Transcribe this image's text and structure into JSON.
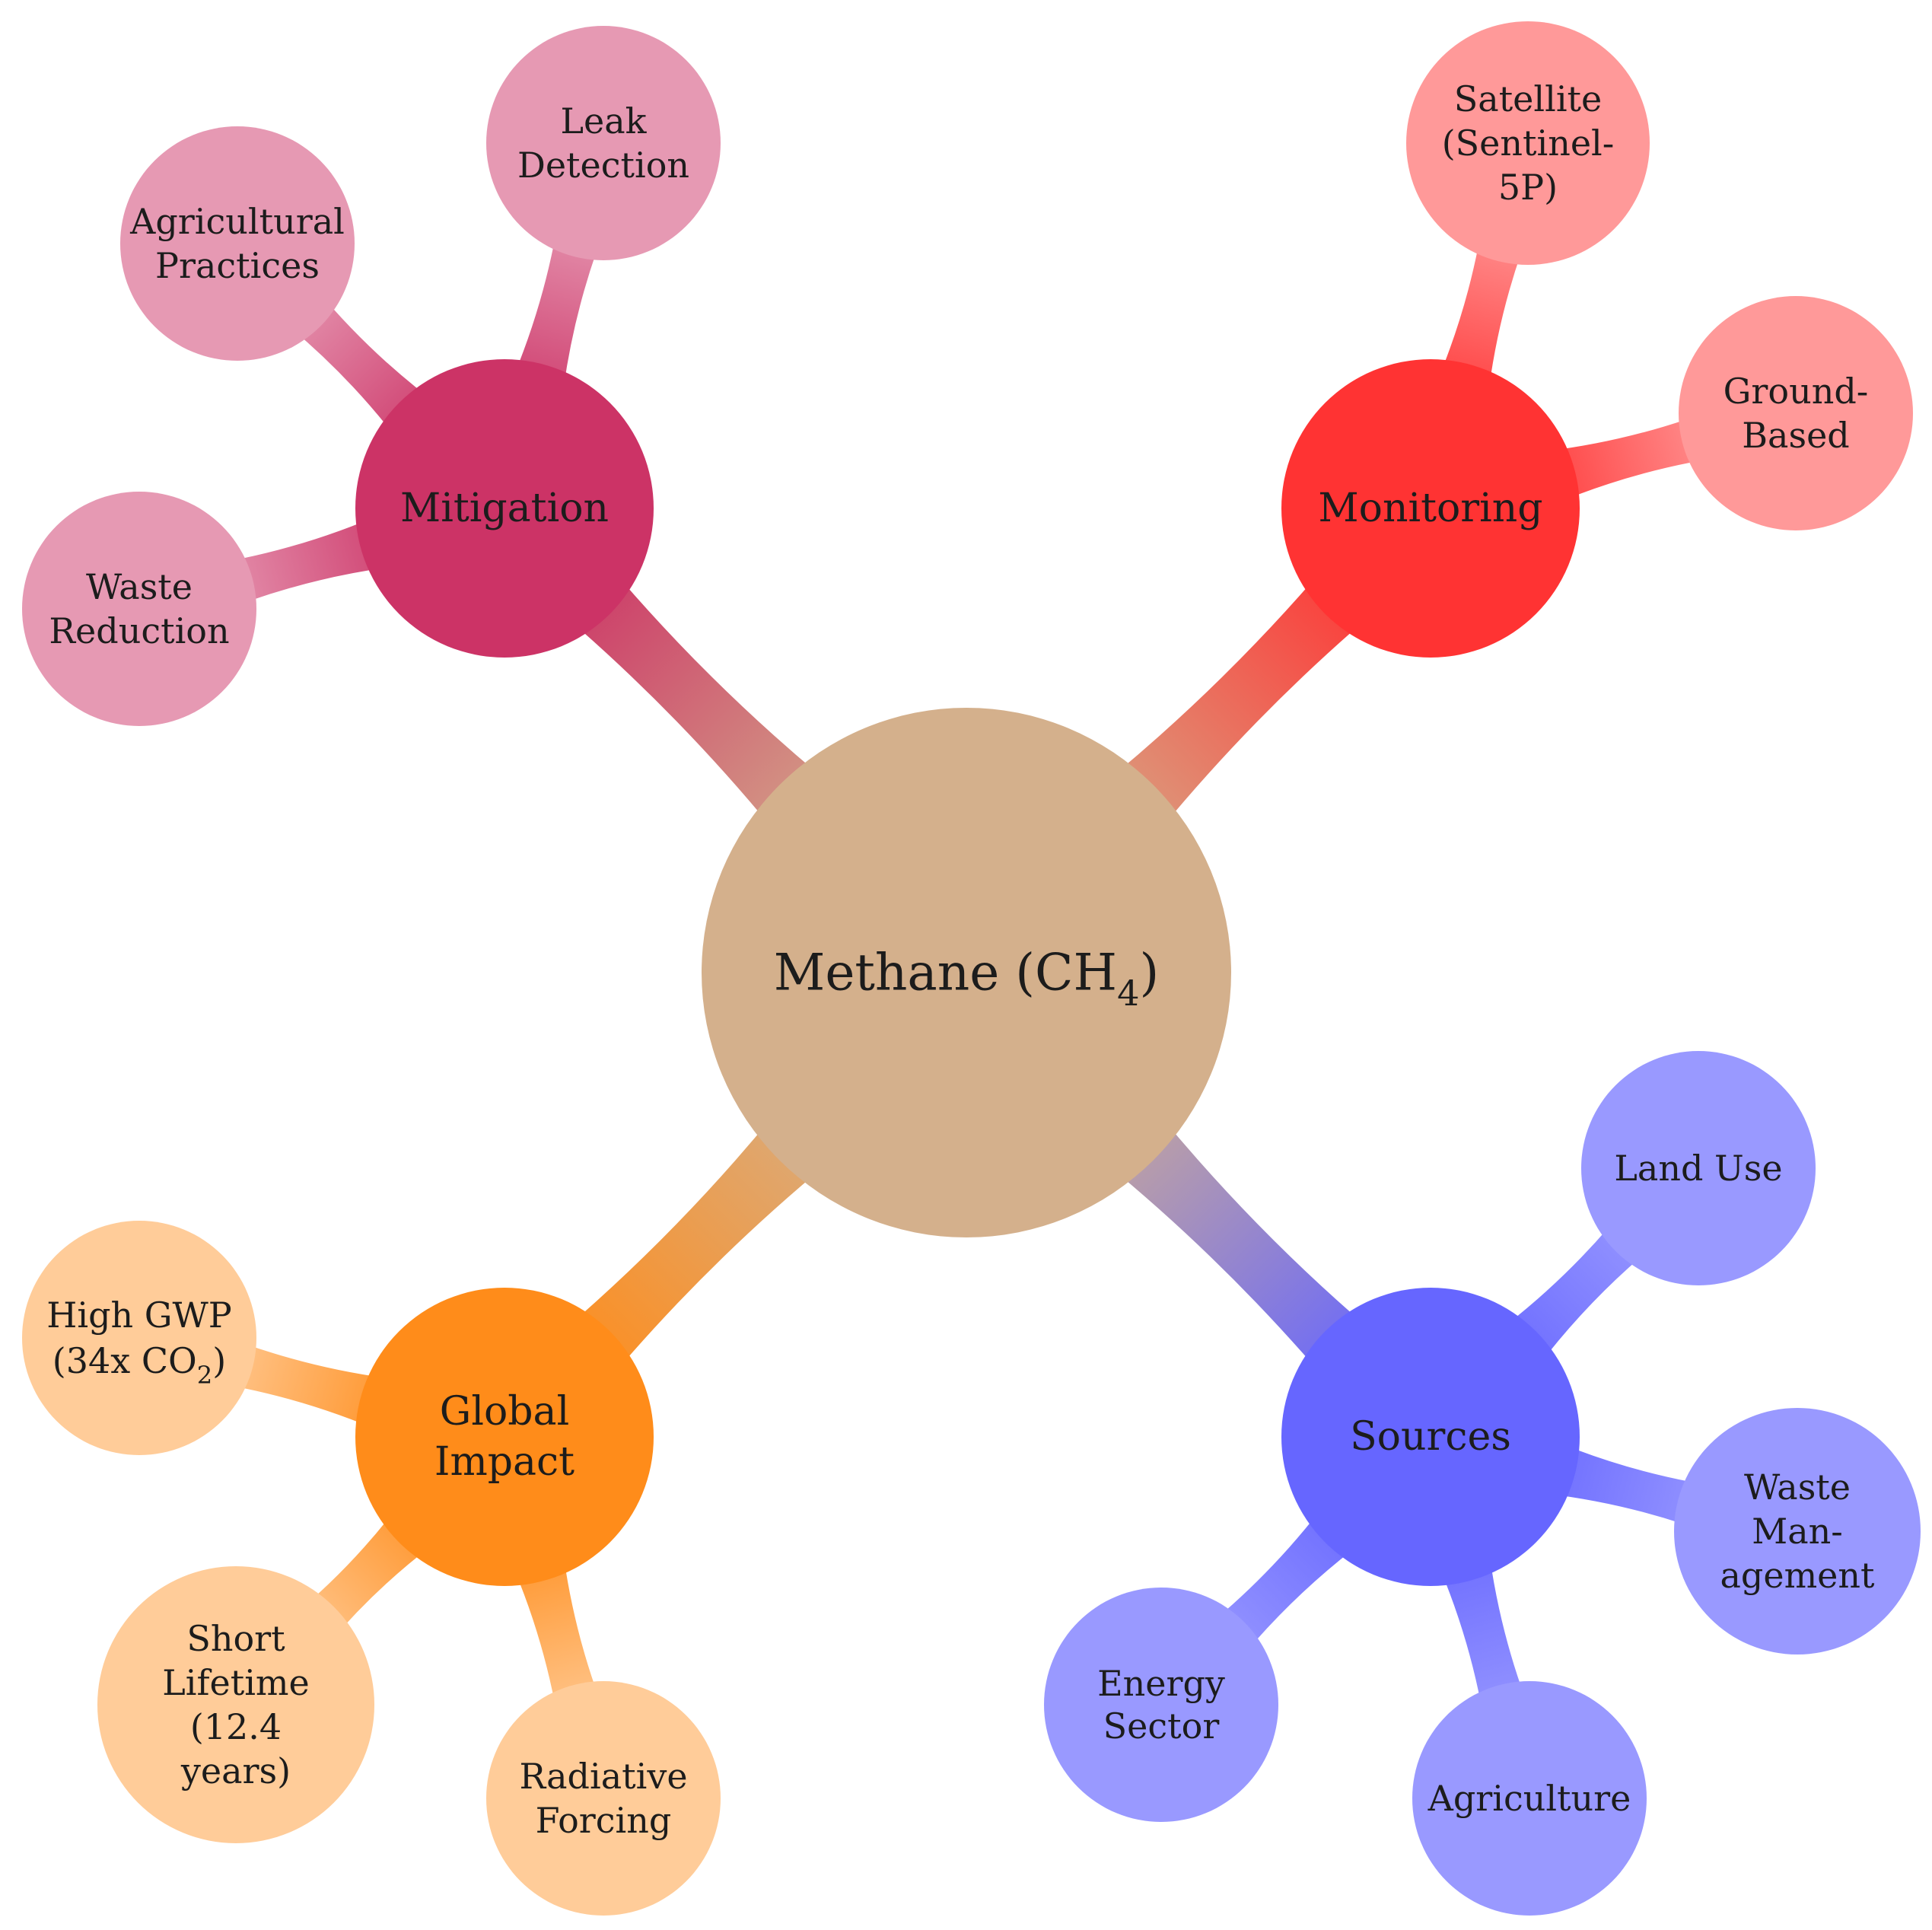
{
  "root": {
    "label_parts": [
      {
        "text": "Methane (CH"
      },
      {
        "text": "4",
        "sub": true
      },
      {
        "text": ")"
      }
    ],
    "color": "#D4B08C"
  },
  "branches": [
    {
      "key": "monitoring",
      "label_lines": [
        [
          {
            "text": "Monitoring"
          }
        ]
      ],
      "color": "#FF3333",
      "leaf_color": "#FF9999",
      "leaves": [
        {
          "key": "satellite",
          "label_lines": [
            [
              {
                "text": "Satellite"
              }
            ],
            [
              {
                "text": "(Sentinel-"
              }
            ],
            [
              {
                "text": "5P)"
              }
            ]
          ]
        },
        {
          "key": "ground-based",
          "label_lines": [
            [
              {
                "text": "Ground-"
              }
            ],
            [
              {
                "text": "Based"
              }
            ]
          ]
        }
      ]
    },
    {
      "key": "sources",
      "label_lines": [
        [
          {
            "text": "Sources"
          }
        ]
      ],
      "color": "#6666FF",
      "leaf_color": "#9999FF",
      "leaves": [
        {
          "key": "land-use",
          "label_lines": [
            [
              {
                "text": "Land Use"
              }
            ]
          ]
        },
        {
          "key": "waste-management",
          "label_lines": [
            [
              {
                "text": "Waste"
              }
            ],
            [
              {
                "text": "Man-"
              }
            ],
            [
              {
                "text": "agement"
              }
            ]
          ]
        },
        {
          "key": "agriculture",
          "label_lines": [
            [
              {
                "text": "Agriculture"
              }
            ]
          ]
        },
        {
          "key": "energy-sector",
          "label_lines": [
            [
              {
                "text": "Energy"
              }
            ],
            [
              {
                "text": "Sector"
              }
            ]
          ]
        }
      ]
    },
    {
      "key": "global-impact",
      "label_lines": [
        [
          {
            "text": "Global"
          }
        ],
        [
          {
            "text": "Impact"
          }
        ]
      ],
      "color": "#FF8C1A",
      "leaf_color": "#FFCC99",
      "leaves": [
        {
          "key": "radiative-forcing",
          "label_lines": [
            [
              {
                "text": "Radiative"
              }
            ],
            [
              {
                "text": "Forcing"
              }
            ]
          ]
        },
        {
          "key": "short-lifetime",
          "label_lines": [
            [
              {
                "text": "Short"
              }
            ],
            [
              {
                "text": "Lifetime"
              }
            ],
            [
              {
                "text": "(12.4"
              }
            ],
            [
              {
                "text": "years)"
              }
            ]
          ]
        },
        {
          "key": "high-gwp",
          "label_lines": [
            [
              {
                "text": "High GWP"
              }
            ],
            [
              {
                "text": "(34x CO"
              },
              {
                "text": "2",
                "sub": true
              },
              {
                "text": ")"
              }
            ]
          ]
        }
      ]
    },
    {
      "key": "mitigation",
      "label_lines": [
        [
          {
            "text": "Mitigation"
          }
        ]
      ],
      "color": "#CC3366",
      "leaf_color": "#E699B3",
      "leaves": [
        {
          "key": "waste-reduction",
          "label_lines": [
            [
              {
                "text": "Waste"
              }
            ],
            [
              {
                "text": "Reduction"
              }
            ]
          ]
        },
        {
          "key": "agricultural-practices",
          "label_lines": [
            [
              {
                "text": "Agricultural"
              }
            ],
            [
              {
                "text": "Practices"
              }
            ]
          ]
        },
        {
          "key": "leak-detection",
          "label_lines": [
            [
              {
                "text": "Leak"
              }
            ],
            [
              {
                "text": "Detection"
              }
            ]
          ]
        }
      ]
    }
  ]
}
